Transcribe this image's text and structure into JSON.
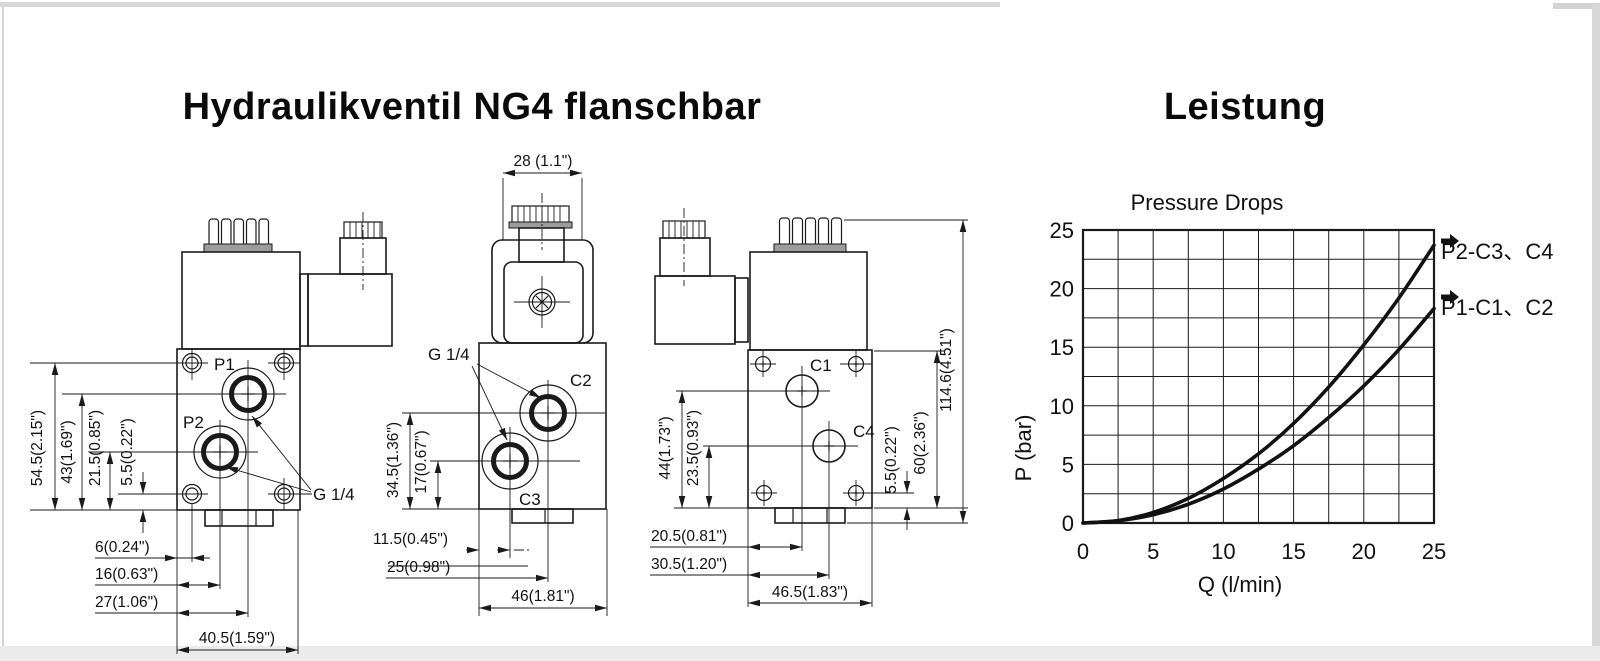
{
  "page": {
    "title_left": "Hydraulikventil NG4 flanschbar",
    "title_right": "Leistung",
    "line_color": "#1a1a1a",
    "frame_color": "#d8d8d8",
    "background": "#ffffff"
  },
  "views": {
    "front": {
      "labels": {
        "p1": "P1",
        "p2": "P2",
        "thread": "G 1/4"
      },
      "dims": {
        "height_total": "54.5(2.15\")",
        "height_p1": "43(1.69\")",
        "height_p2": "21.5(0.85\")",
        "height_screw": "5.5(0.22\")",
        "x_screw": "6(0.24\")",
        "x_p2": "16(0.63\")",
        "x_p1": "27(1.06\")",
        "x_total": "40.5(1.59\")"
      }
    },
    "side": {
      "labels": {
        "thread": "G 1/4",
        "c2": "C2",
        "c3": "C3"
      },
      "dims": {
        "connector_width": "28 (1.1\")",
        "height_c2": "34.5(1.36\")",
        "height_c3": "17(0.67\")",
        "x_c3": "11.5(0.45\")",
        "x_c2": "25(0.98\")",
        "width_body": "46(1.81\")"
      }
    },
    "back": {
      "labels": {
        "c1": "C1",
        "c4": "C4"
      },
      "dims": {
        "height_c1": "44(1.73\")",
        "height_c4": "23.5(0.93\")",
        "height_screw": "5.5(0.22\")",
        "height_body": "60(2.36\")",
        "height_total": "114.6(4.51\")",
        "x_c1": "20.5(0.81\")",
        "x_c4": "30.5(1.20\")",
        "width_body": "46.5(1.83\")"
      }
    }
  },
  "chart_data": {
    "type": "line",
    "title": "Pressure Drops",
    "xlabel": "Q (l/min)",
    "ylabel": "P (bar)",
    "xlim": [
      0,
      25
    ],
    "ylim": [
      0,
      25
    ],
    "x_ticks": [
      0,
      5,
      10,
      15,
      20,
      25
    ],
    "y_ticks": [
      0,
      5,
      10,
      15,
      20,
      25
    ],
    "grid": true,
    "grid_step": 2.5,
    "legend_position": "right",
    "x": [
      0,
      2.5,
      5,
      7.5,
      10,
      12.5,
      15,
      17.5,
      20,
      22.5,
      25
    ],
    "series": [
      {
        "name": "P2-C3、C4",
        "values": [
          0,
          0.2,
          0.9,
          2.1,
          3.8,
          5.9,
          8.5,
          11.6,
          15.2,
          19.2,
          23.7
        ]
      },
      {
        "name": "P1-C1、C2",
        "values": [
          0,
          0.2,
          0.7,
          1.6,
          2.9,
          4.6,
          6.6,
          9.0,
          11.7,
          14.8,
          18.3
        ]
      }
    ]
  }
}
